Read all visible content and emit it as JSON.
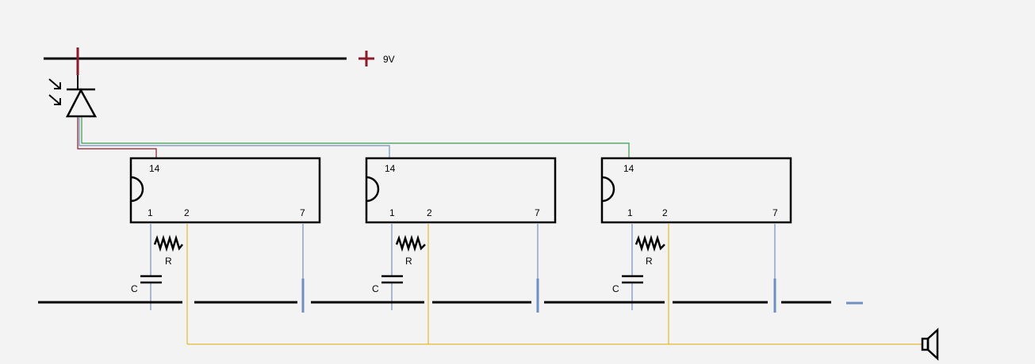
{
  "supply": {
    "plus_symbol": "+",
    "voltage_label": "9V",
    "minus_symbol": "–",
    "plus_color": "#8b1a2b",
    "minus_color": "#6f8fbf"
  },
  "chips": [
    {
      "pin_top": "14",
      "pin_a": "1",
      "pin_b": "2",
      "pin_c": "7",
      "resistor_label": "R",
      "capacitor_label": "C"
    },
    {
      "pin_top": "14",
      "pin_a": "1",
      "pin_b": "2",
      "pin_c": "7",
      "resistor_label": "R",
      "capacitor_label": "C"
    },
    {
      "pin_top": "14",
      "pin_a": "1",
      "pin_b": "2",
      "pin_c": "7",
      "resistor_label": "R",
      "capacitor_label": "C"
    }
  ],
  "colors": {
    "feed_red": "#8b1a2b",
    "feed_blue": "#6f8fbf",
    "feed_green": "#3a9a4a",
    "output_yellow": "#e6b830",
    "pin_blue": "#6f8fbf",
    "line": "#000000"
  },
  "icons": {
    "photodiode": "photodiode-icon",
    "speaker": "speaker-icon"
  }
}
